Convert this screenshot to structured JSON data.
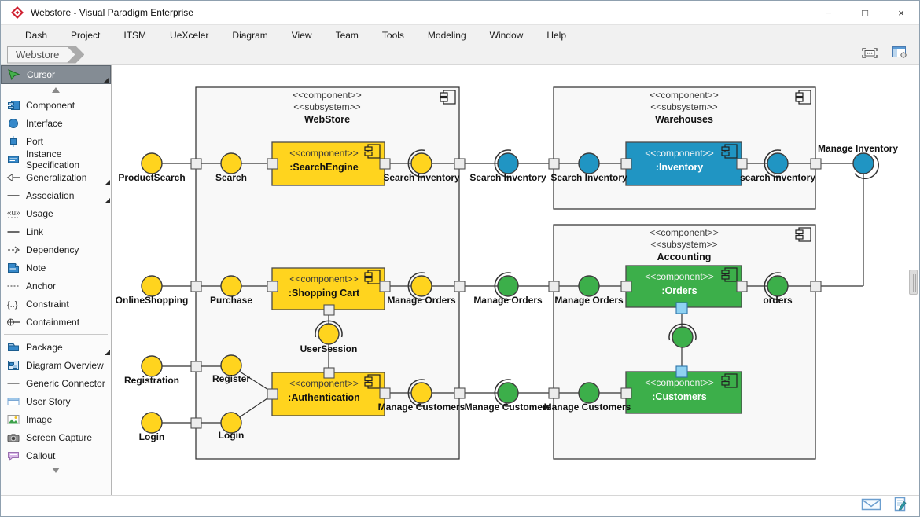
{
  "window": {
    "title": "Webstore - Visual Paradigm Enterprise",
    "controls": {
      "minimize": "−",
      "maximize": "□",
      "close": "×"
    }
  },
  "menu": {
    "items": [
      "Dash",
      "Project",
      "ITSM",
      "UeXceler",
      "Diagram",
      "View",
      "Team",
      "Tools",
      "Modeling",
      "Window",
      "Help"
    ]
  },
  "breadcrumb": {
    "tab": "Webstore"
  },
  "header_toolbar": {
    "icons": [
      "fit-to-window-icon",
      "diagram-panel-icon"
    ]
  },
  "toolbox": {
    "items": [
      {
        "label": "Cursor",
        "icon": "cursor-icon",
        "submenu": true,
        "selected": true
      },
      {
        "label": "Component",
        "icon": "component-icon",
        "submenu": false
      },
      {
        "label": "Interface",
        "icon": "interface-icon",
        "submenu": false
      },
      {
        "label": "Port",
        "icon": "port-icon",
        "submenu": false
      },
      {
        "label": "Instance Specification",
        "icon": "instance-specification-icon",
        "submenu": false
      },
      {
        "label": "Generalization",
        "icon": "generalization-icon",
        "submenu": true
      },
      {
        "label": "Association",
        "icon": "association-icon",
        "submenu": true
      },
      {
        "label": "Usage",
        "icon": "usage-icon",
        "submenu": false
      },
      {
        "label": "Link",
        "icon": "link-icon",
        "submenu": false
      },
      {
        "label": "Dependency",
        "icon": "dependency-icon",
        "submenu": false
      },
      {
        "label": "Note",
        "icon": "note-icon",
        "submenu": false
      },
      {
        "label": "Anchor",
        "icon": "anchor-icon",
        "submenu": false
      },
      {
        "label": "Constraint",
        "icon": "constraint-icon",
        "submenu": false
      },
      {
        "label": "Containment",
        "icon": "containment-icon",
        "submenu": false
      },
      {
        "label": "Package",
        "icon": "package-icon",
        "submenu": true
      },
      {
        "label": "Diagram Overview",
        "icon": "diagram-overview-icon",
        "submenu": false
      },
      {
        "label": "Generic Connector",
        "icon": "generic-connector-icon",
        "submenu": false
      },
      {
        "label": "User Story",
        "icon": "user-story-icon",
        "submenu": false
      },
      {
        "label": "Image",
        "icon": "image-icon",
        "submenu": false
      },
      {
        "label": "Screen Capture",
        "icon": "screen-capture-icon",
        "submenu": false
      },
      {
        "label": "Callout",
        "icon": "callout-icon",
        "submenu": false
      }
    ]
  },
  "colors": {
    "component_yellow": "#FFD41E",
    "component_blue": "#2095C3",
    "component_green": "#3CAF4A",
    "port_gray": "#ECECEC",
    "port_selected_blue": "#8FD2F2",
    "subsystem_fill": "#F8F8F8"
  },
  "diagram": {
    "subsystems": [
      {
        "stereotype1": "<<component>>",
        "stereotype2": "<<subsystem>>",
        "name": "WebStore"
      },
      {
        "stereotype1": "<<component>>",
        "stereotype2": "<<subsystem>>",
        "name": "Warehouses"
      },
      {
        "stereotype1": "<<component>>",
        "stereotype2": "<<subsystem>>",
        "name": "Accounting"
      }
    ],
    "components": {
      "search_engine": {
        "stereotype": "<<component>>",
        "name": ":SearchEngine",
        "color": "#FFD41E"
      },
      "shopping_cart": {
        "stereotype": "<<component>>",
        "name": ":Shopping Cart",
        "color": "#FFD41E"
      },
      "authentication": {
        "stereotype": "<<component>>",
        "name": ":Authentication",
        "color": "#FFD41E"
      },
      "inventory": {
        "stereotype": "<<component>>",
        "name": ":Inventory",
        "color": "#2095C3"
      },
      "orders": {
        "stereotype": "<<component>>",
        "name": ":Orders",
        "color": "#3CAF4A"
      },
      "customers": {
        "stereotype": "<<component>>",
        "name": ":Customers",
        "color": "#3CAF4A"
      }
    },
    "labels": {
      "product_search": "ProductSearch",
      "search": "Search",
      "search_inventory": "Search Inventory",
      "search_inventory_lc": "search inventory",
      "manage_inventory": "Manage Inventory",
      "online_shopping": "OnlineShopping",
      "purchase": "Purchase",
      "manage_orders": "Manage Orders",
      "orders_lc": "orders",
      "user_session": "UserSession",
      "registration": "Registration",
      "register": "Register",
      "login": "Login",
      "manage_customers": "Manage Customers"
    }
  },
  "status_toolbar": {
    "icons": [
      "mail-icon",
      "edit-log-icon"
    ]
  }
}
